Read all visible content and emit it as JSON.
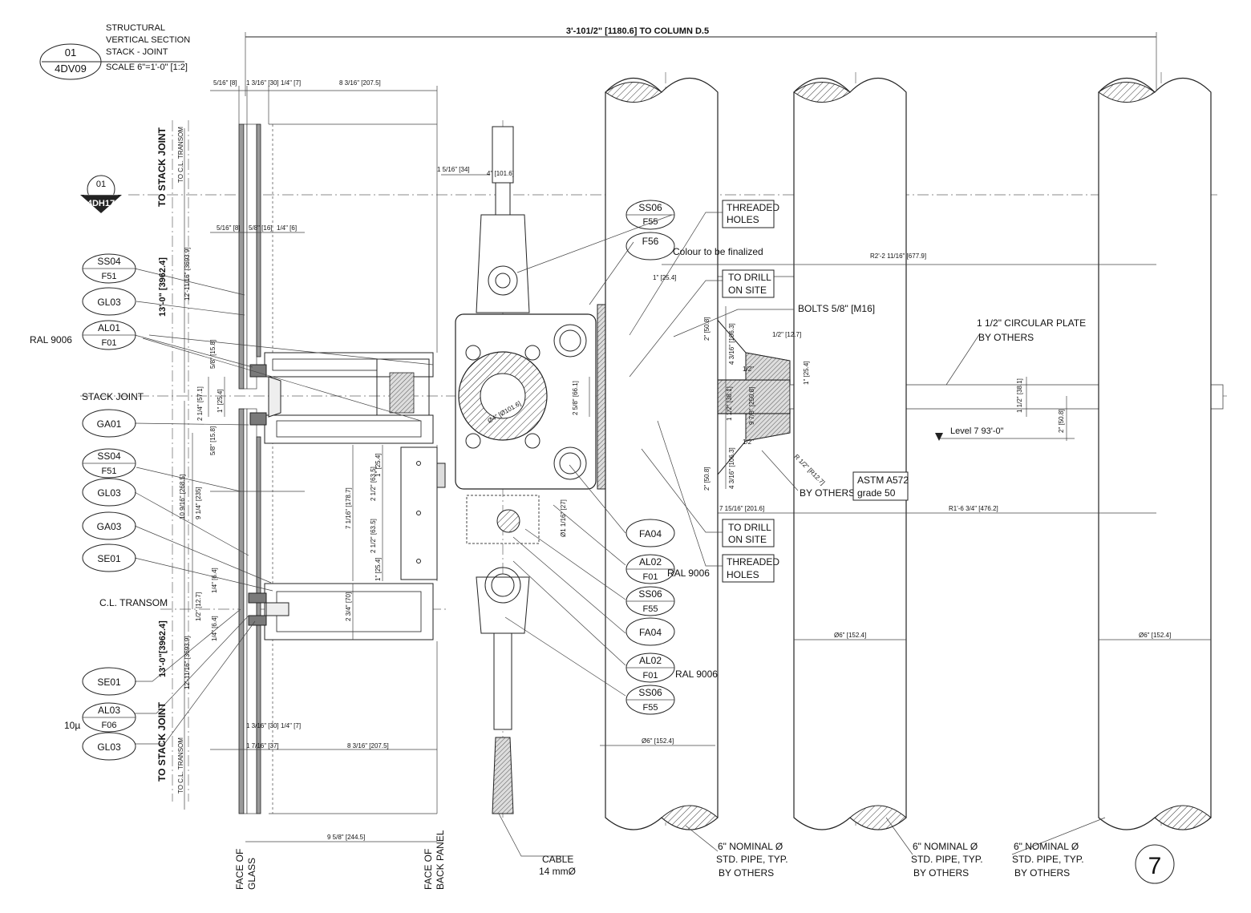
{
  "title_block": {
    "detail_number": "01",
    "sheet": "4DV09",
    "lines": [
      "STRUCTURAL",
      "VERTICAL SECTION",
      "STACK - JOINT",
      "SCALE 6\"=1'-0\" [1:2]"
    ]
  },
  "section_marker": {
    "number": "01",
    "sheet": "4DH17"
  },
  "page_number": "7",
  "overall_dimension": "3'-101/2\" [1180.6]   TO COLUMN  D.5",
  "vertical_labels": {
    "to_stack_joint_top": "TO STACK JOINT",
    "to_cl_transom_top": "TO C.L. TRANSOM",
    "dim_13_top": "13'-0\" [3962.4]",
    "dim_12_top": "12'-11/16\" [3693.9]",
    "dim_13_bottom": "13'-0\"[3962.4]",
    "dim_12_bottom": "12'-11/16\" [3693.9]",
    "to_stack_joint_bottom": "TO STACK JOINT",
    "to_cl_transom_bottom": "TO C.L. TRANSOM",
    "face_of_glass": [
      "FACE OF",
      "GLASS"
    ],
    "face_of_back_panel": [
      "FACE OF",
      "BACK PANEL"
    ]
  },
  "left_labels": {
    "ral_9006": "RAL 9006",
    "stack_joint": "STACK JOINT",
    "cl_transom": "C.L. TRANSOM",
    "finish_10u": "10µ"
  },
  "tags_left": [
    {
      "code": "SS04",
      "sub": "F51"
    },
    {
      "code": "GL03",
      "sub": ""
    },
    {
      "code": "AL01",
      "sub": "F01"
    },
    {
      "code": "GA01",
      "sub": ""
    },
    {
      "code": "SS04",
      "sub": "F51"
    },
    {
      "code": "GL03",
      "sub": ""
    },
    {
      "code": "GA03",
      "sub": ""
    },
    {
      "code": "SE01",
      "sub": ""
    },
    {
      "code": "SE01",
      "sub": ""
    },
    {
      "code": "AL03",
      "sub": "F06"
    },
    {
      "code": "GL03",
      "sub": ""
    }
  ],
  "tags_center": [
    {
      "code": "SS06",
      "sub": "F55"
    },
    {
      "code": "F56",
      "sub": ""
    },
    {
      "code": "FA04",
      "sub": ""
    },
    {
      "code": "AL02",
      "sub": "F01"
    },
    {
      "code": "SS06",
      "sub": "F55"
    },
    {
      "code": "FA04",
      "sub": ""
    },
    {
      "code": "AL02",
      "sub": "F01"
    },
    {
      "code": "SS06",
      "sub": "F55"
    }
  ],
  "notes": {
    "threaded_holes_top": [
      "THREADED",
      "HOLES"
    ],
    "colour_note": "Colour to be finalized",
    "to_drill_top": [
      "TO DRILL",
      "ON SITE"
    ],
    "bolts": "BOLTS 5/8\"  [M16]",
    "circular_plate": [
      "1 1/2\" CIRCULAR PLATE",
      "BY OTHERS"
    ],
    "level": "Level 7   93'-0\"",
    "by_others": "BY OTHERS",
    "astm": [
      "ASTM A572",
      "grade 50"
    ],
    "to_drill_bottom": [
      "TO DRILL",
      "ON SITE"
    ],
    "threaded_holes_bottom": [
      "THREADED",
      "HOLES"
    ],
    "ral_mid": "RAL 9006",
    "ral_low": "RAL 9006",
    "cable": [
      "CABLE",
      "14 mmØ"
    ],
    "pipe_note": [
      "6\" NOMINAL  Ø",
      "STD. PIPE, TYP.",
      "BY OTHERS"
    ]
  },
  "dimensions": {
    "top_5_16": "5/16\" [8]",
    "top_1_3_16": "1 3/16\" [30]",
    "top_1_4": "1/4\" [7]",
    "top_8_3_16": "8 3/16\" [207.5]",
    "d_1_5_16": "1 5/16\" [34]",
    "d_4in": "4\" [101.6]",
    "d_5_16_b": "5/16\" [8]",
    "d_5_8": "5/8\" [16]",
    "d_1_4_6": "1/4\" [6]",
    "r_677": "R2'-2 11/16\" [677.9]",
    "d_1_25": "1\" [25.4]",
    "d_2_50": "2\" [50.8]",
    "d_4_3_16": "4 3/16\" [106.3]",
    "d_half": "1/2\" [12.7]",
    "d_2_5_8": "2 5/8\" [66.1]",
    "d_1_5_38": "1 1/2\" [38.1]",
    "d_9_7_8": "9 7/8\" [250.8]",
    "d_r_half": "R 1/2\" [R12.7]",
    "d_7_15": "7 15/16\" [201.6]",
    "r_476": "R1'-6 3/4\" [476.2]",
    "d_1_12": "1 1/2\" [38.1]",
    "d_2_508": "2\" [50.8]",
    "d_dia4": "Ø4\" [Ø101.6]",
    "d_dia1": "Ø1 1/16\" [27]",
    "d_2_1_4_a": "2 1/4\" [57.1]",
    "d_1_254": "1\" [25.4]",
    "d_5_8_158": "5/8\" [15.8]",
    "d_5_8_158b": "5/8\" [15.8]",
    "d_10_9": "10 9/16\" [268.5]",
    "d_9_1_4": "9 1/4\" [235]",
    "d_7_1_16": "7 1/16\" [178.7]",
    "d_2_1_2a": "2 1/2\" [63.5]",
    "d_2_1_2b": "2 1/2\" [63.5]",
    "d_1_254b": "1\" [25.4]",
    "d_1_254c": "1\" [25.4]",
    "d_2_3_4": "2 3/4\" [70]",
    "d_1_4_64a": "1/4\" [6.4]",
    "d_1_4_64b": "1/4\" [6.4]",
    "d_1_2_127": "1/2\" [12.7]",
    "d_1_3_16_b": "1 3/16\" [30]",
    "d_1_4_7b": "1/4\" [7]",
    "d_1_7_16": "1 7/16\" [37]",
    "d_8_3_16_b": "8 3/16\" [207.5]",
    "d_9_5_8": "9 5/8\" [244.5]",
    "d_dia6_a": "Ø6\" [152.4]",
    "d_dia6_b": "Ø6\" [152.4]",
    "d_dia6_c": "Ø6\" [152.4]",
    "half_a": "1/2\"",
    "half_b": "1/2\""
  }
}
